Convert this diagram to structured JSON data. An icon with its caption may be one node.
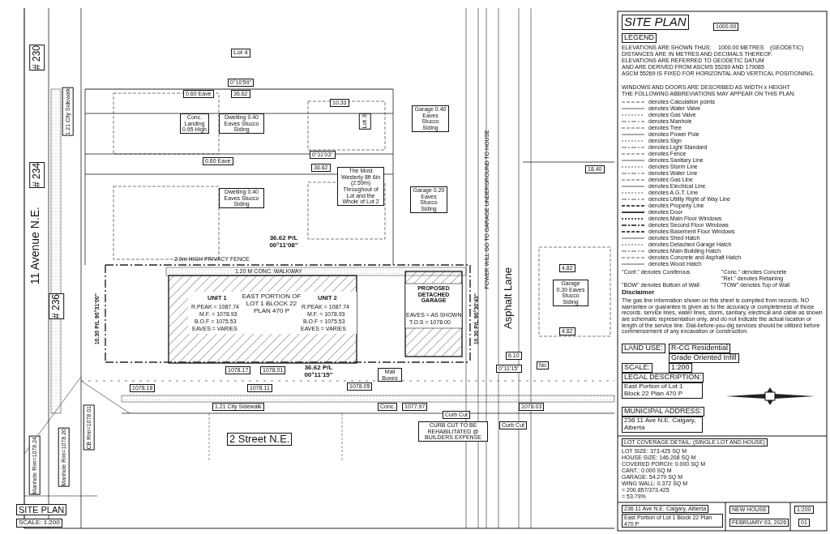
{
  "diagram": {
    "title": "SITE PLAN",
    "labels": [
      "# 230",
      "Lot 4",
      "0°10'59\"",
      "1.21 City Sidewalk",
      "0.60 Eave",
      "36.62",
      "10.33",
      "Conc. Landing 0.95 High",
      "Dwelling 0.40 Eaves Stucco Siding",
      "Lot 3",
      "Garage 0.40 Eaves Stucco Siding",
      "POWER WILL GO TO GARAGE UNDERGROUND TO HOUSE",
      "0°11'03\"",
      "0.60 Eave",
      "# 234",
      "36.62",
      "The Most Westerly 8ft 6in (2.59m) Throughout of Lot and the Whole of Lot 2",
      "18.40",
      "Dwelling 0.40 Eaves Stucco Siding",
      "Garage 0.20 Eaves Stucco Siding",
      "11 Avenue N.E.",
      "36.62 P/L 00°11'08\"",
      "2.0m HIGH PRIVACY FENCE",
      "1.20 M CONC. WALKWAY",
      "Asphalt Lane",
      "4.82",
      "PROPOSED DETACHED GARAGE",
      "Garage 0.30 Eaves Stucco Siding",
      "# 236",
      "10.30 P/L 90°31'00\"",
      "UNIT 1",
      "EAST PORTION OF LOT 1 BLOCK 22 PLAN 470 P",
      "UNIT 2",
      "10.30 P/L 90°30'43\"",
      "R.PEAK = 1087.74",
      "R.PEAK = 1087.74",
      "M.F. = 1078.93",
      "M.F. = 1078.93",
      "EAVES = AS SHOWN",
      "B.O.F = 1075.53",
      "B.O.F = 1075.53",
      "T.O.S = 1078.00",
      "EAVES = VARIES",
      "EAVES = VARIES",
      "4.82",
      "6.10",
      "1078.17",
      "1078.01",
      "36.62 P/L 00°11'15\"",
      "Mail Boxes",
      "0°11'15\"",
      "No",
      "1078.18",
      "1078.11",
      "1078.05",
      "1.21 City Sidewalk",
      "Conc.",
      "1077.97",
      "1078.03",
      "CB Rim=1078.01",
      "Curb Cut",
      "CURB CUT TO BE REHABILITATED @ BUILDERS EXPENSE",
      "Curb Cut",
      "Manhole Rim=1078.20",
      "2 Street N.E.",
      "Manhole Rim=1078.24",
      "SITE PLAN",
      "SCALE: 1:200",
      "LEGEND",
      "1000.00",
      "ELEVATIONS ARE SHOWN THUS:",
      "1000.00 METRES",
      "(GEODETIC)",
      "DISTANCES ARE IN METRES AND DECIMALS THEREOF.",
      "ELEVATIONS ARE REFERRED TO GEODETIC DATUM",
      "AND ARE DERIVED FROM ASCMS 55269 AND 179085",
      "ASCM 55269 IS FIXED FOR HORIZONTAL AND VERTICAL POSITIONING.",
      "WINDOWS AND DOORS ARE DESCRIBED AS WIDTH x HEIGHT",
      "THE FOLLOWING ABBREVIATIONS MAY APPEAR ON THIS PLAN:",
      "\"Conf.\" denotes Coniferous",
      "\"Conc.\" denotes Concrete",
      "\"Ret.\" denotes Retaining",
      "\"BOW\" denotes Bottom of Wall",
      "\"TOW\" denotes Top of Wall",
      "Disclaimer",
      "The gas line information shown on this sheet is compiled from records. NO warrantee or guarantee is given as to the accuracy or completeness of those records. service lines, water lines, storm, sanitary, electrical and cable as shown are schematic representation only, and do not indicate the actual location or length of the service line. Dial-before-you-dig services should be utilized before commencement of any excavation or construction.",
      "LAND USE:",
      "R-CG Residential",
      "Grade Oriented Infill",
      "SCALE:",
      "1:200",
      "LEGAL DESCRIPTION:",
      "East Portion of Lot 1 Block 22 Plan 470 P",
      "MUNICIPAL ADDRESS:",
      "236 11 Ave N.E. Calgary, Alberta",
      "LOT COVERAGE DETAIL: (SINGLE LOT AND HOUSE)",
      "LOT SIZE: 373.425 SQ M",
      "HOUSE SIZE: 146.208 SQ M",
      "COVERED PORCH: 0.000 SQ M",
      "CANT.: 0.000 SQ M",
      "GARAGE: 54.279 SQ M",
      "WING WALL: 0.372 SQ M",
      "= 200.857/373.425",
      "= 53.79%",
      "236 11 Ave N.E. Calgary, Alberta",
      "NEW HOUSE",
      "1:200",
      "East Portion of Lot 1 Block 22 Plan 470 P",
      "FEBRUARY 03, 2026",
      "01"
    ],
    "legend": [
      {
        "text": "denotes Calculation points"
      },
      {
        "text": "denotes Water Valve"
      },
      {
        "text": "denotes Gas Valve"
      },
      {
        "text": "denotes Manhole"
      },
      {
        "text": "denotes Tree"
      },
      {
        "text": "denotes Power Pole"
      },
      {
        "text": "denotes Sign"
      },
      {
        "text": "denotes Light Standard"
      },
      {
        "text": "denotes Fence"
      },
      {
        "text": "denotes Sanitary Line"
      },
      {
        "text": "denotes Storm Line"
      },
      {
        "text": "denotes Water Line"
      },
      {
        "text": "denotes Gas Line"
      },
      {
        "text": "denotes Electrical Line"
      },
      {
        "text": "denotes A.G.T. Line"
      },
      {
        "text": "denotes Utility Right of Way Line"
      },
      {
        "text": "denotes Property Line"
      },
      {
        "text": "denotes Door"
      },
      {
        "text": "denotes Main Floor Windows"
      },
      {
        "text": "denotes Second Floor Windows"
      },
      {
        "text": "denotes Basement Floor Windows"
      },
      {
        "text": "denotes Shed Hatch"
      },
      {
        "text": "denotes Detached Garage Hatch"
      },
      {
        "text": "denotes Main Building Hatch"
      },
      {
        "text": "denotes Concrete and Asphalt Hatch"
      },
      {
        "text": "denotes Wood Hatch"
      }
    ]
  }
}
